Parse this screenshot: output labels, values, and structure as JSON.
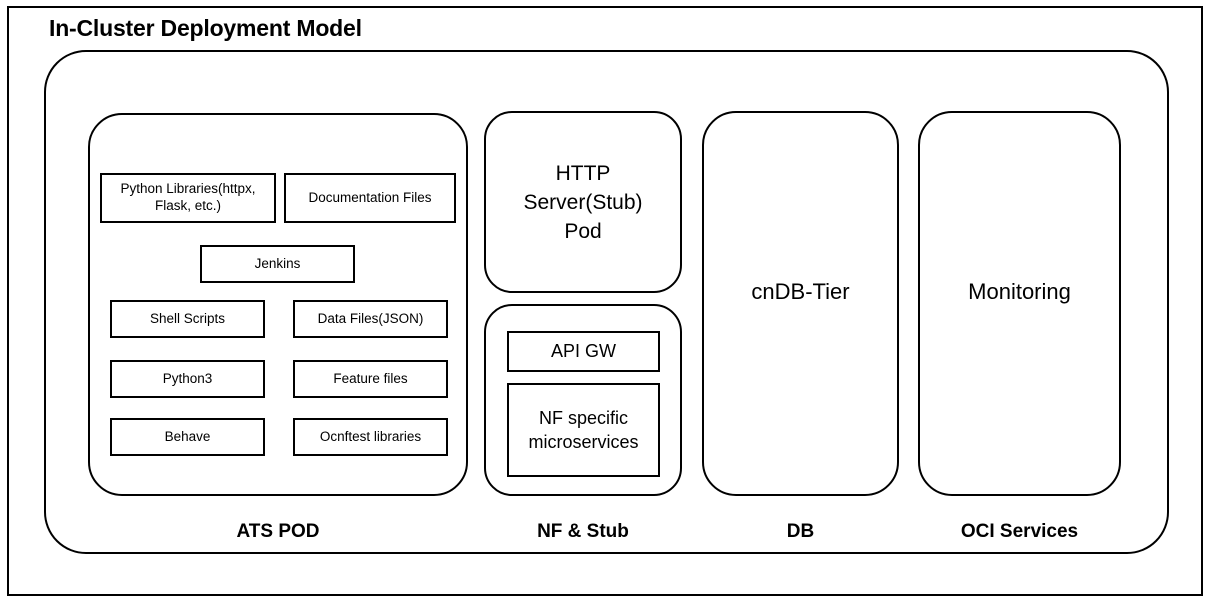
{
  "diagram": {
    "title": "In-Cluster Deployment Model",
    "zones": {
      "ats_pod": {
        "caption": "ATS POD",
        "items": [
          {
            "label": "Python Libraries(httpx, Flask, etc.)"
          },
          {
            "label": "Documentation Files"
          },
          {
            "label": "Jenkins"
          },
          {
            "label": "Shell Scripts"
          },
          {
            "label": "Data Files(JSON)"
          },
          {
            "label": "Python3"
          },
          {
            "label": "Feature files"
          },
          {
            "label": "Behave"
          },
          {
            "label": "Ocnftest libraries"
          }
        ]
      },
      "nf_and_stub": {
        "caption": "NF & Stub",
        "http_stub_pod": "HTTP\nServer(Stub)\nPod",
        "items": [
          {
            "label": "API GW"
          },
          {
            "label": "NF specific microservices"
          }
        ]
      },
      "db": {
        "caption": "DB",
        "node": "cnDB-Tier"
      },
      "oci_services": {
        "caption": "OCI Services",
        "node": "Monitoring"
      }
    },
    "colors": {
      "stroke": "#000000",
      "fill": "#ffffff",
      "text": "#000000"
    }
  }
}
